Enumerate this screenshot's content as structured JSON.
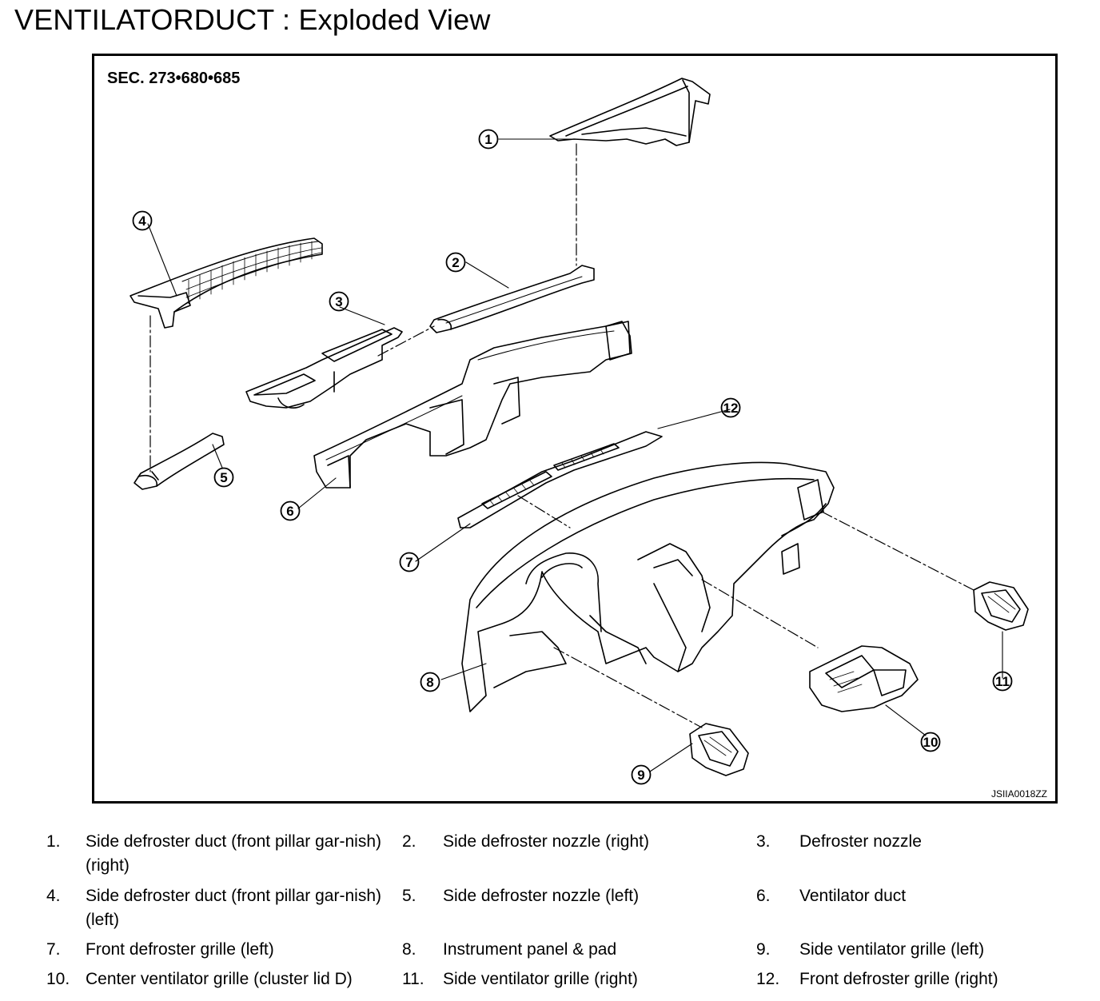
{
  "title": "VENTILATORDUCT : Exploded View",
  "section": "SEC. 273•680•685",
  "image_code": "JSIIA0018ZZ",
  "callouts": [
    "1",
    "2",
    "3",
    "4",
    "5",
    "6",
    "7",
    "8",
    "9",
    "10",
    "11",
    "12"
  ],
  "legend": [
    {
      "num": "1.",
      "text": "Side defroster duct (front pillar gar-nish) (right)"
    },
    {
      "num": "2.",
      "text": "Side defroster nozzle (right)"
    },
    {
      "num": "3.",
      "text": "Defroster nozzle"
    },
    {
      "num": "4.",
      "text": "Side defroster duct (front pillar gar-nish) (left)"
    },
    {
      "num": "5.",
      "text": "Side defroster nozzle (left)"
    },
    {
      "num": "6.",
      "text": "Ventilator duct"
    },
    {
      "num": "7.",
      "text": "Front defroster grille (left)"
    },
    {
      "num": "8.",
      "text": "Instrument panel & pad"
    },
    {
      "num": "9.",
      "text": "Side ventilator grille (left)"
    },
    {
      "num": "10.",
      "text": "Center ventilator grille (cluster lid D)"
    },
    {
      "num": "11.",
      "text": "Side ventilator grille (right)"
    },
    {
      "num": "12.",
      "text": "Front defroster grille (right)"
    }
  ]
}
